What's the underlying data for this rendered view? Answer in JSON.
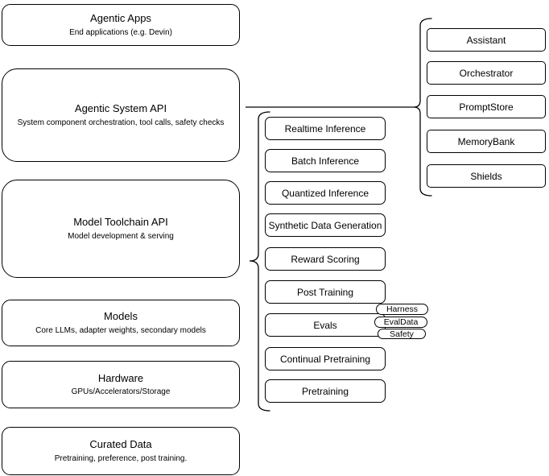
{
  "diagram": {
    "left": [
      {
        "title": "Agentic Apps",
        "subtitle": "End applications (e.g. Devin)"
      },
      {
        "title": "Agentic System API",
        "subtitle": "System component orchestration, tool calls, safety checks"
      },
      {
        "title": "Model Toolchain API",
        "subtitle": "Model development & serving"
      },
      {
        "title": "Models",
        "subtitle": "Core LLMs, adapter weights, secondary models"
      },
      {
        "title": "Hardware",
        "subtitle": "GPUs/Accelerators/Storage"
      },
      {
        "title": "Curated Data",
        "subtitle": "Pretraining, preference, post training."
      }
    ],
    "toolchain": {
      "items": [
        "Realtime Inference",
        "Batch Inference",
        "Quantized Inference",
        "Synthetic Data Generation",
        "Reward Scoring",
        "Post Training",
        "Evals",
        "Continual Pretraining",
        "Pretraining"
      ],
      "eval_tags": [
        "Harness",
        "EvalData",
        "Safety"
      ]
    },
    "system": {
      "items": [
        "Assistant",
        "Orchestrator",
        "PromptStore",
        "MemoryBank",
        "Shields"
      ]
    },
    "colors": {
      "stroke": "#000000",
      "fill": "#ffffff",
      "text": "#000000"
    }
  }
}
